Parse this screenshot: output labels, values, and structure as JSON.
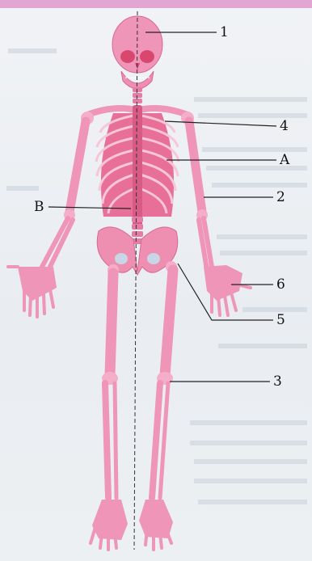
{
  "diagram": {
    "labels": {
      "l1": "1",
      "l4": "4",
      "lA": "A",
      "lB": "B",
      "l2": "2",
      "l6": "6",
      "l5": "5",
      "l3": "3"
    }
  },
  "colors": {
    "bone": "#ee8fb2",
    "bone_dark": "#d85b86",
    "bone_light": "#f6bcd0",
    "page_tint": "#e2a6d4",
    "leader": "#222222"
  }
}
